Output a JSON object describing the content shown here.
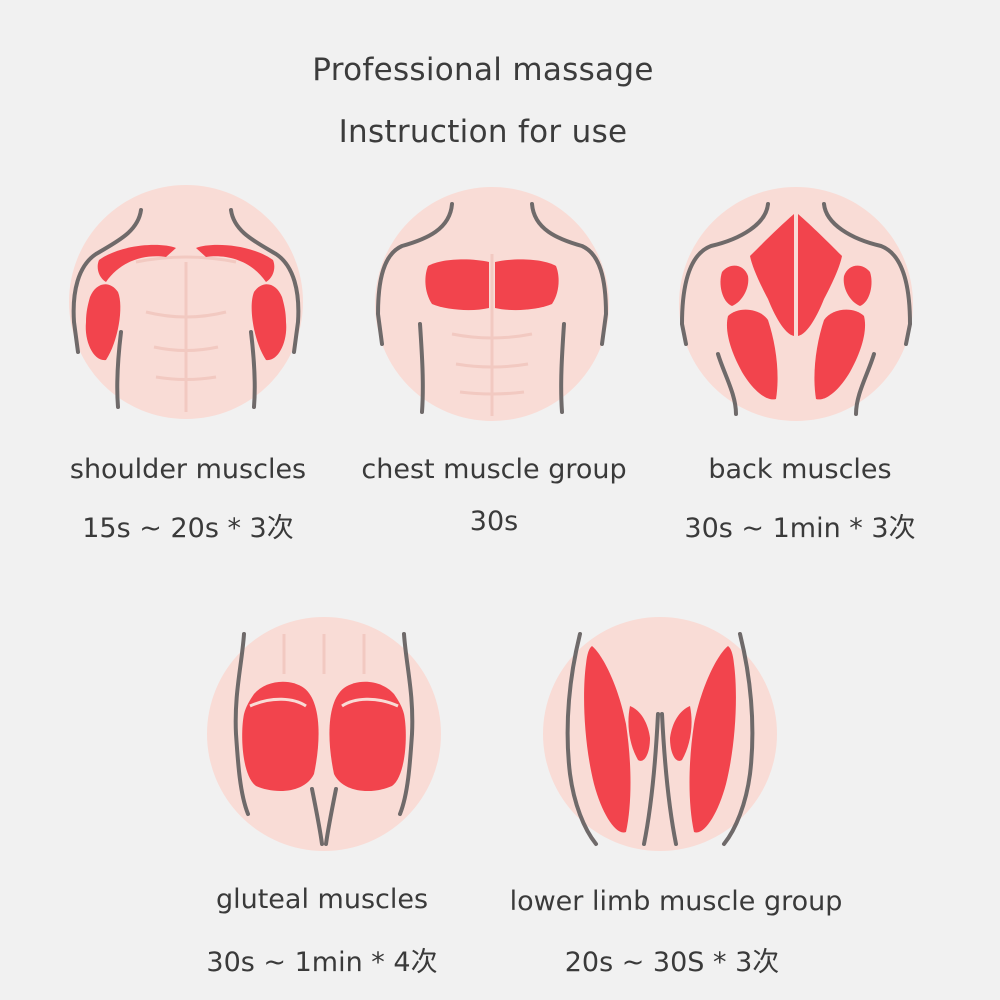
{
  "header": {
    "title": "Professional massage",
    "subtitle": "Instruction for use"
  },
  "colors": {
    "background": "#f1f1f1",
    "circle": "#f9dcd6",
    "muscle": "#f2444d",
    "outline": "#6f6a6a"
  },
  "items": [
    {
      "icon": "shoulder-muscles-icon",
      "label": "shoulder muscles",
      "time": "15s ~ 20s * 3次"
    },
    {
      "icon": "chest-muscle-icon",
      "label": "chest muscle group",
      "time": "30s"
    },
    {
      "icon": "back-muscles-icon",
      "label": "back muscles",
      "time": "30s ~ 1min * 3次"
    },
    {
      "icon": "gluteal-muscles-icon",
      "label": "gluteal muscles",
      "time": "30s ~ 1min * 4次"
    },
    {
      "icon": "lower-limb-muscle-icon",
      "label": "lower limb muscle group",
      "time": "20s ~ 30S * 3次"
    }
  ]
}
